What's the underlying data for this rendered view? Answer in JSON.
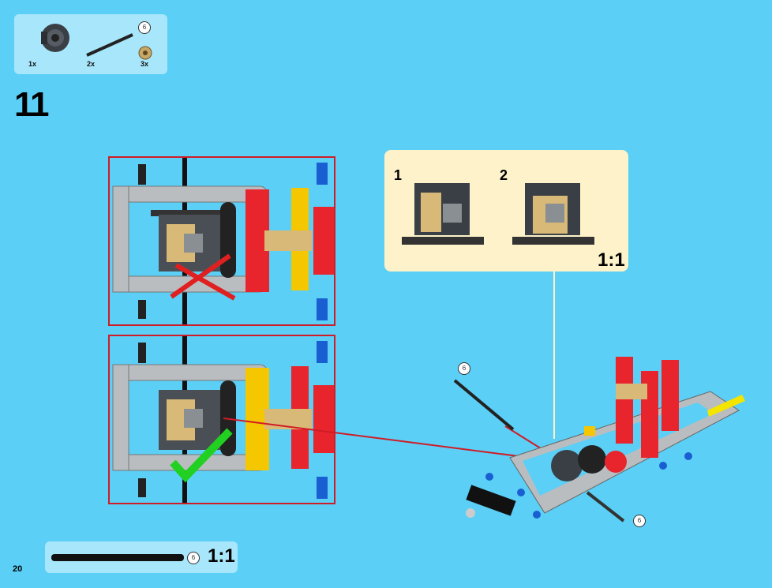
{
  "parts": {
    "items": [
      {
        "name": "differential-gear",
        "qty": "1x"
      },
      {
        "name": "axle",
        "qty": "2x",
        "length": "6"
      },
      {
        "name": "bevel-gear",
        "qty": "3x"
      }
    ]
  },
  "step": {
    "number": "11"
  },
  "callout": {
    "option1": "1",
    "option2": "2",
    "scale": "1:1"
  },
  "model": {
    "axle_top_label": "6",
    "axle_bottom_label": "6"
  },
  "axle_ref": {
    "length": "6",
    "scale": "1:1"
  },
  "page": {
    "number": "20"
  },
  "colors": {
    "background": "#5bcff6",
    "frame": "#d01c26",
    "callout_bg": "#fdf2c9",
    "parts_bg": "#a8e6fb",
    "wrong": "#e02020",
    "correct": "#22d022"
  }
}
